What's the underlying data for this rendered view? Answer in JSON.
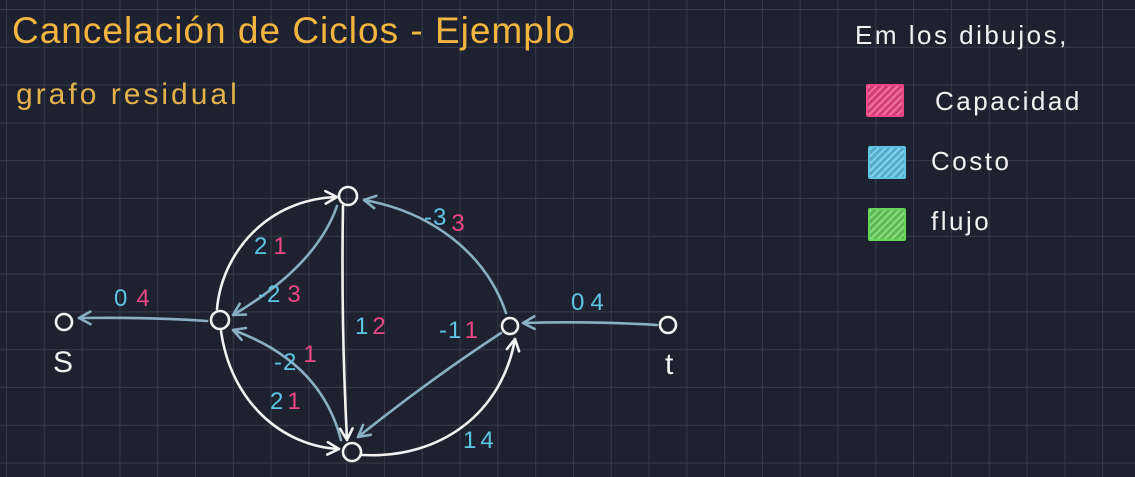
{
  "header": {
    "title": "Cancelación de Ciclos - Ejemplo",
    "subtitle": "grafo residual"
  },
  "legend": {
    "heading": "Em los dibujos,",
    "items": [
      {
        "label": "Capacidad",
        "color": "#ec4784"
      },
      {
        "label": "Costo",
        "color": "#5ec5e4"
      },
      {
        "label": "flujo",
        "color": "#68d45b"
      }
    ]
  },
  "graph": {
    "node_labels": {
      "source": "S",
      "sink": "t"
    },
    "edges": {
      "to_source": {
        "cost": "0",
        "capacity": "4"
      },
      "left_to_top": {
        "cost": "2",
        "capacity": "1"
      },
      "top_to_left": {
        "cost": "-2",
        "capacity": "3"
      },
      "top_to_bottom": {
        "cost": "1",
        "capacity": "2"
      },
      "right_to_top": {
        "cost": "-3",
        "capacity": "3"
      },
      "bottom_to_left": {
        "cost": "-2",
        "capacity": "1"
      },
      "left_to_bottom": {
        "cost": "2",
        "capacity": "1"
      },
      "right_to_bottom": {
        "cost": "-1",
        "capacity": "1"
      },
      "bottom_to_right": {
        "cost": "1",
        "capacity": "4"
      },
      "sink_to_right": {
        "cost": "0",
        "capacity": "4"
      }
    }
  },
  "colors": {
    "background": "#1e2230",
    "grid": "#353b4a",
    "title": "#f4b540",
    "subtitle": "#e4b24b",
    "text": "#f2f2f2",
    "edge_residual": "#88afc2",
    "edge_forward": "#f2f2f2"
  }
}
